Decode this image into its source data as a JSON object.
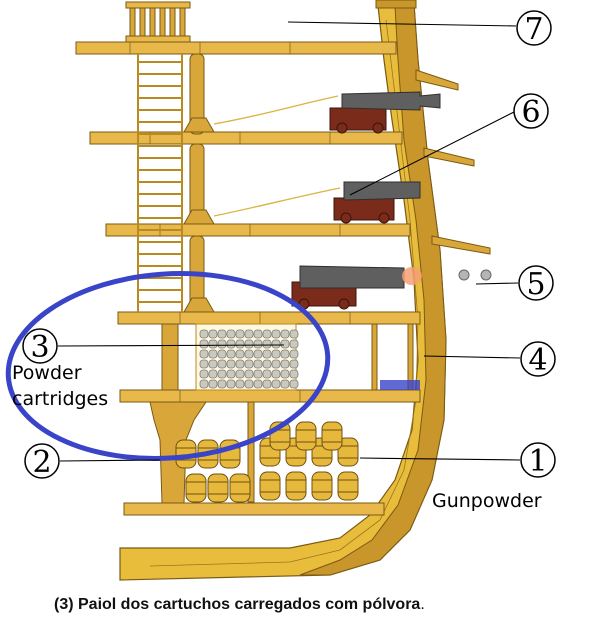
{
  "callouts": [
    "1",
    "2",
    "3",
    "4",
    "5",
    "6",
    "7"
  ],
  "labels": {
    "gunpowder": "Gunpowder",
    "powder": "Powder",
    "cartridges": "cartridges"
  },
  "caption": {
    "prefix": "(3) Paiol dos cartuchos carregados com pólvora",
    "suffix": "."
  },
  "colors": {
    "wood": "#e8b84a",
    "wood_dark": "#c8962a",
    "highlight_ellipse": "#3a44c9",
    "cannon": "#5f5f5f",
    "carriage": "#7a2b1a"
  }
}
